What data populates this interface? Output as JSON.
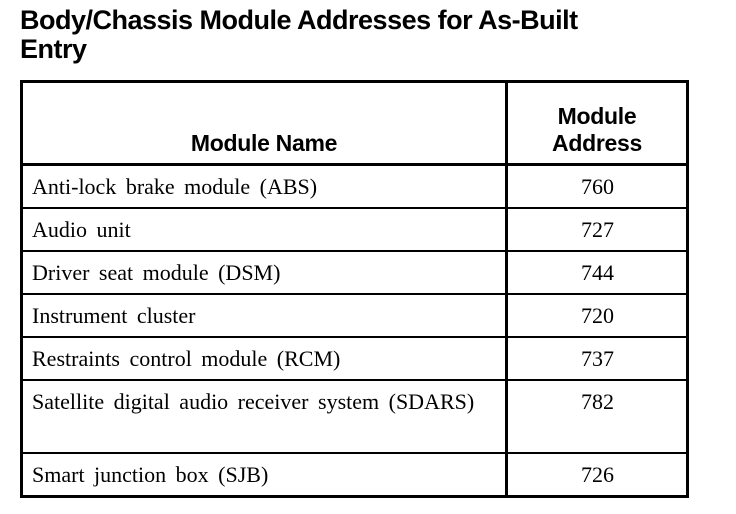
{
  "page": {
    "title": "Body/Chassis Module Addresses for As-Built Entry"
  },
  "table": {
    "columns": [
      {
        "label": "Module Name"
      },
      {
        "label": "Module Address"
      }
    ],
    "rows": [
      {
        "name": "Anti-lock brake module (ABS)",
        "address": "760"
      },
      {
        "name": "Audio unit",
        "address": "727"
      },
      {
        "name": "Driver seat module (DSM)",
        "address": "744"
      },
      {
        "name": "Instrument cluster",
        "address": "720"
      },
      {
        "name": "Restraints control module (RCM)",
        "address": "737"
      },
      {
        "name": "Satellite digital audio receiver system (SDARS)",
        "address": "782"
      },
      {
        "name": "Smart junction box (SJB)",
        "address": "726"
      }
    ]
  }
}
